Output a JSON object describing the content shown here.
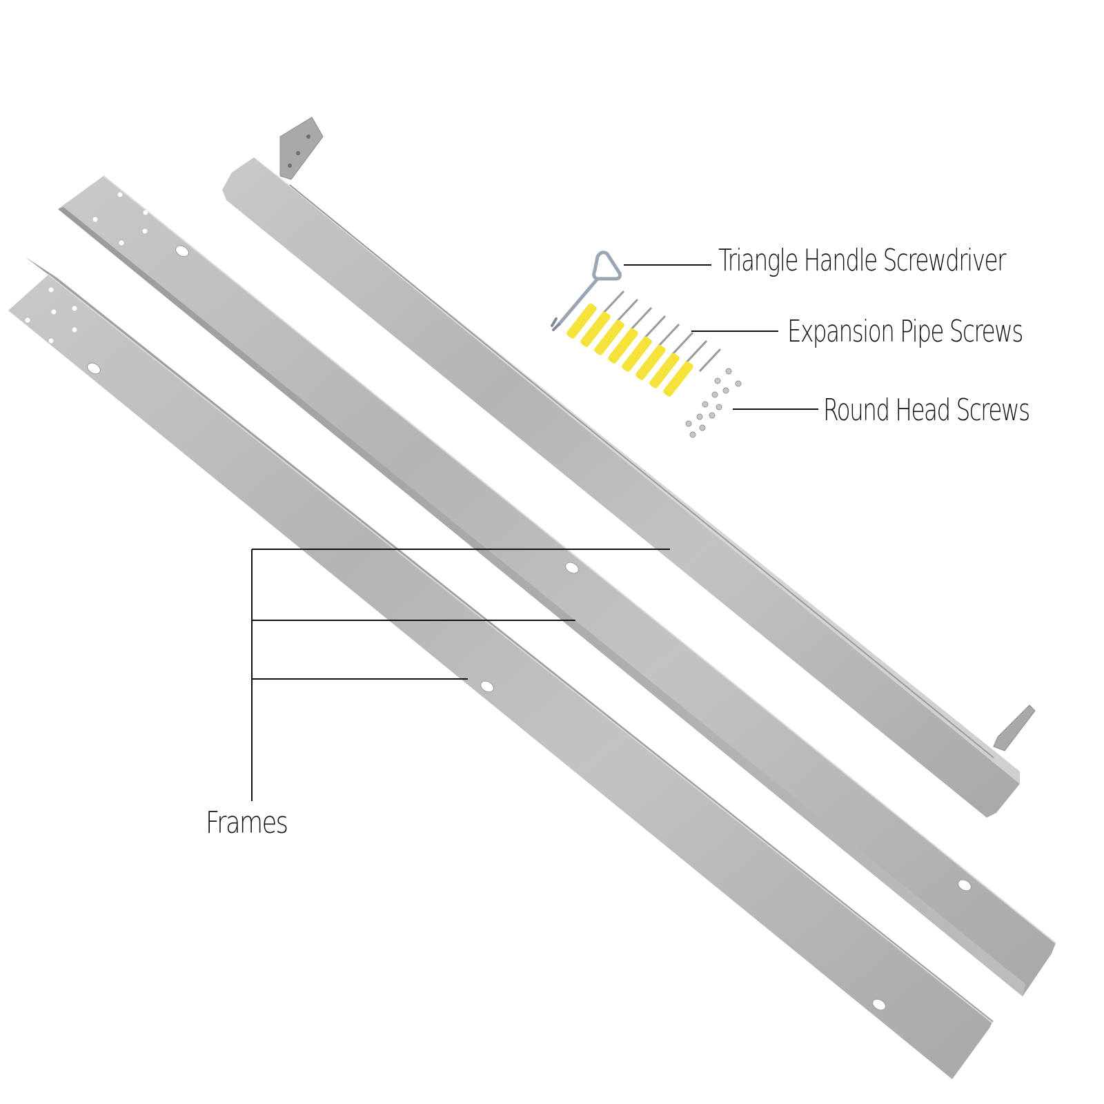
{
  "labels": {
    "screwdriver": "Triangle Handle Screwdriver",
    "expansion_screws": "Expansion Pipe Screws",
    "round_head_screws": "Round Head Screws",
    "frames": "Frames"
  },
  "colors": {
    "background": "#ffffff",
    "steel_light": "#d9d9d9",
    "steel_mid": "#b7b7b7",
    "steel_dark": "#8f8f8f",
    "anchor_yellow": "#f5e23a",
    "callout_line": "#111111"
  },
  "icons": [
    "triangle-handle-screwdriver-icon",
    "expansion-pipe-screw-icon",
    "round-head-screw-icon",
    "steel-frame-bar-icon"
  ]
}
